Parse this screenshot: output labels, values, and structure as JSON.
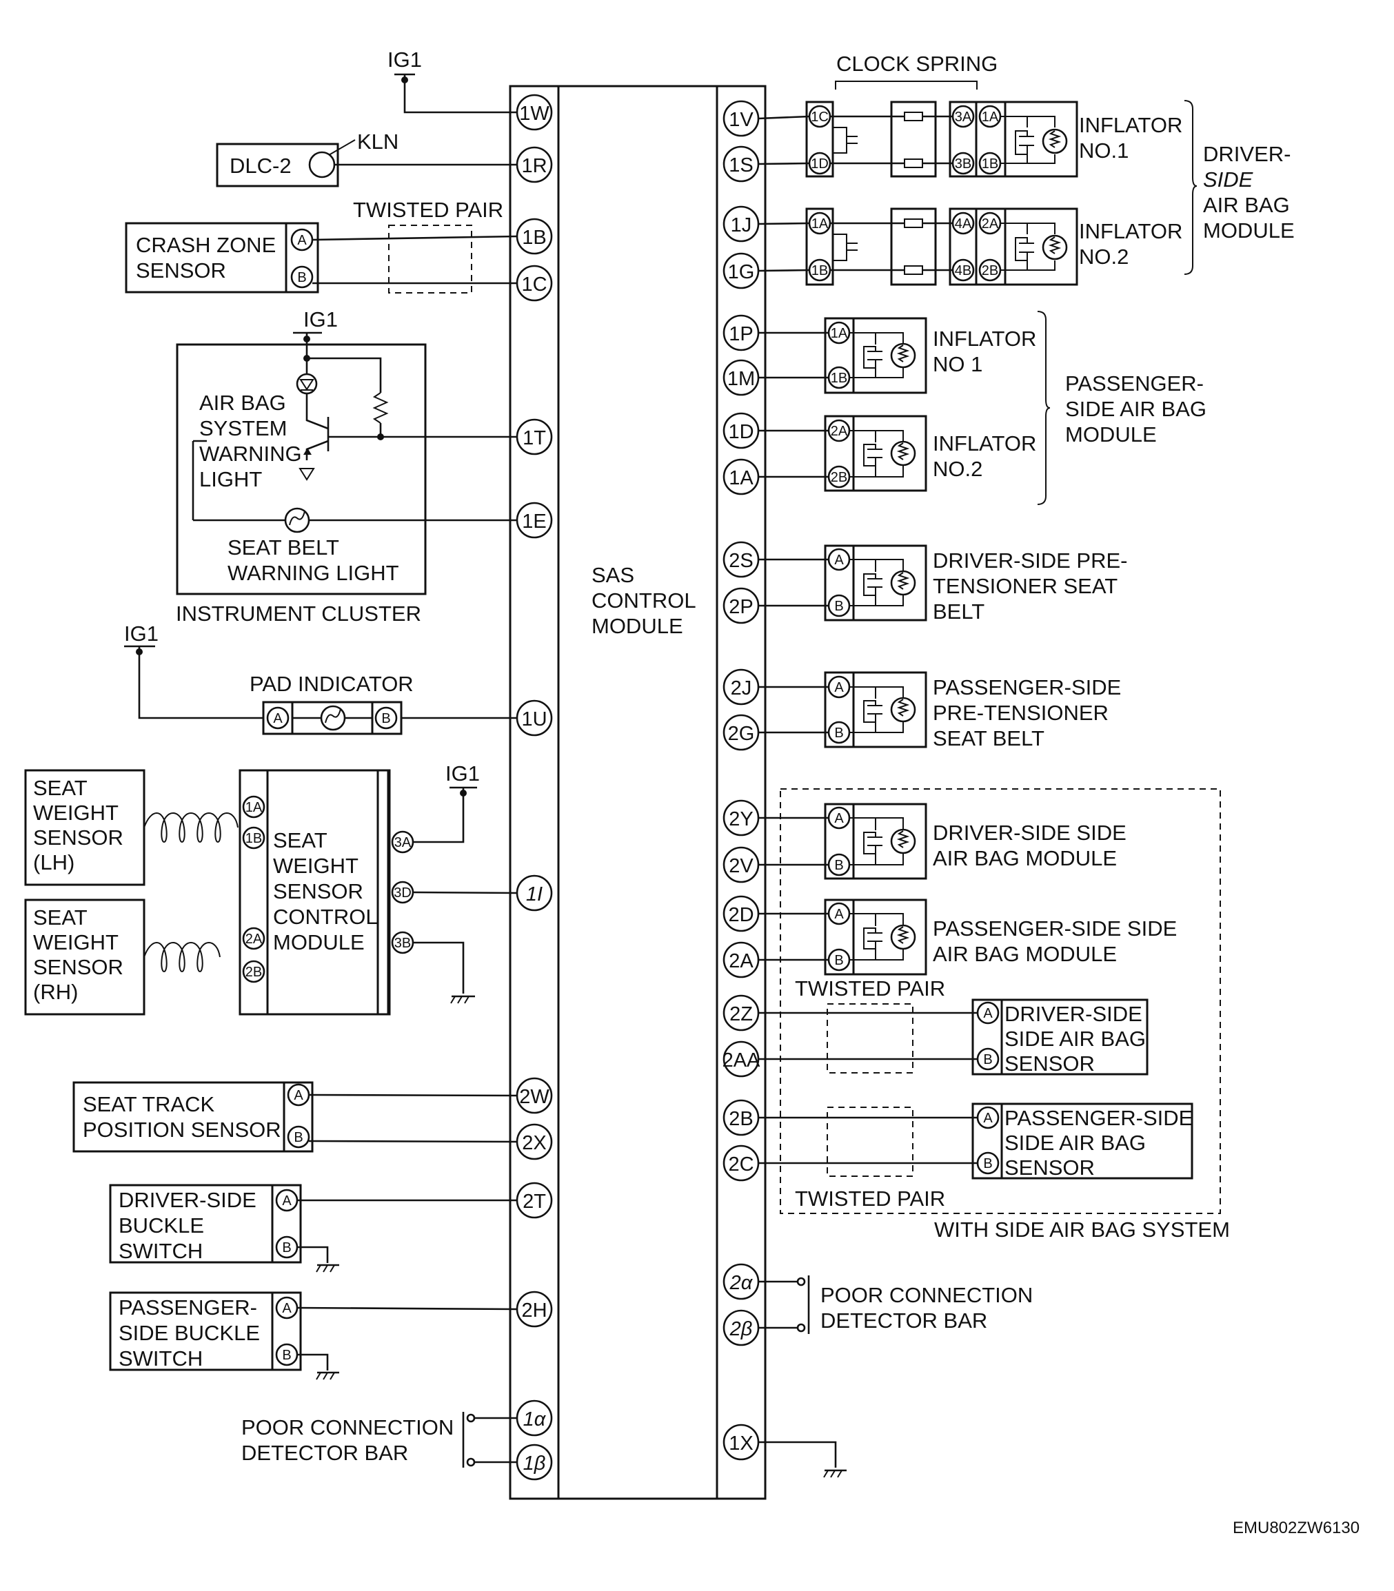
{
  "diagram": {
    "sas": {
      "label": [
        "SAS",
        "CONTROL",
        "MODULE"
      ]
    },
    "left_pins": [
      "1W",
      "1R",
      "1B",
      "1C",
      "1T",
      "1E",
      "1U",
      "1I",
      "2W",
      "2X",
      "2T",
      "2H",
      "1α",
      "1β"
    ],
    "right_pins": [
      "1V",
      "1S",
      "1J",
      "1G",
      "1P",
      "1M",
      "1D",
      "1A",
      "2S",
      "2P",
      "2J",
      "2G",
      "2Y",
      "2V",
      "2D",
      "2A",
      "2Z",
      "2AA",
      "2B",
      "2C",
      "2α",
      "2β",
      "1X"
    ],
    "power_label": "IG1",
    "dlc": {
      "label": "DLC-2",
      "kln": "KLN"
    },
    "twisted_pair": "TWISTED PAIR",
    "crash_zone": {
      "lines": [
        "CRASH ZONE",
        "SENSOR"
      ]
    },
    "cluster": {
      "title": "INSTRUMENT CLUSTER",
      "airbag_light": [
        "AIR BAG",
        "SYSTEM",
        "WARNING",
        "LIGHT"
      ],
      "belt_light": [
        "SEAT BELT",
        "WARNING LIGHT"
      ]
    },
    "pad_indicator": "PAD INDICATOR",
    "seat_weight_lh": [
      "SEAT",
      "WEIGHT",
      "SENSOR",
      "(LH)"
    ],
    "seat_weight_rh": [
      "SEAT",
      "WEIGHT",
      "SENSOR",
      "(RH)"
    ],
    "sw_module": [
      "SEAT",
      "WEIGHT",
      "SENSOR",
      "CONTROL",
      "MODULE"
    ],
    "seat_track": [
      "SEAT TRACK",
      "POSITION SENSOR"
    ],
    "driver_buckle": [
      "DRIVER-SIDE",
      "BUCKLE",
      "SWITCH"
    ],
    "pass_buckle": [
      "PASSENGER-",
      "SIDE BUCKLE",
      "SWITCH"
    ],
    "poor_conn_left": [
      "POOR CONNECTION",
      "DETECTOR  BAR"
    ],
    "poor_conn_right": [
      "POOR CONNECTION",
      "DETECTOR BAR"
    ],
    "clock_spring": "CLOCK SPRING",
    "inflator_no1": [
      "INFLATOR",
      "NO.1"
    ],
    "inflator_no2": [
      "INFLATOR",
      "NO.2"
    ],
    "driver_airbag_module": [
      "DRIVER-",
      "SIDE",
      "AIR BAG",
      "MODULE"
    ],
    "pass_inflator_no1": [
      "INFLATOR",
      "NO 1"
    ],
    "pass_inflator_no2": [
      "INFLATOR",
      "NO.2"
    ],
    "pass_airbag_module": [
      "PASSENGER-",
      "SIDE AIR BAG",
      "MODULE"
    ],
    "driver_pretensioner": [
      "DRIVER-SIDE PRE-",
      "TENSIONER SEAT",
      "BELT"
    ],
    "pass_pretensioner": [
      "PASSENGER-SIDE",
      "PRE-TENSIONER",
      "SEAT BELT"
    ],
    "driver_side_airbag": [
      "DRIVER-SIDE SIDE",
      "AIR BAG MODULE"
    ],
    "pass_side_airbag": [
      "PASSENGER-SIDE SIDE",
      "AIR BAG MODULE"
    ],
    "driver_side_sensor": [
      "DRIVER-SIDE",
      "SIDE AIR BAG",
      "SENSOR"
    ],
    "pass_side_sensor": [
      "PASSENGER-SIDE",
      "SIDE AIR BAG",
      "SENSOR"
    ],
    "side_system": "WITH SIDE AIR BAG SYSTEM",
    "code": "EMU802ZW6130",
    "conn": {
      "a": "A",
      "b": "B",
      "c1a": "1A",
      "c1b": "1B",
      "c1c": "1C",
      "c1d": "1D",
      "c2a": "2A",
      "c2b": "2B",
      "c3a": "3A",
      "c3b": "3B",
      "c3d": "3D",
      "c4a": "4A",
      "c4b": "4B"
    }
  }
}
